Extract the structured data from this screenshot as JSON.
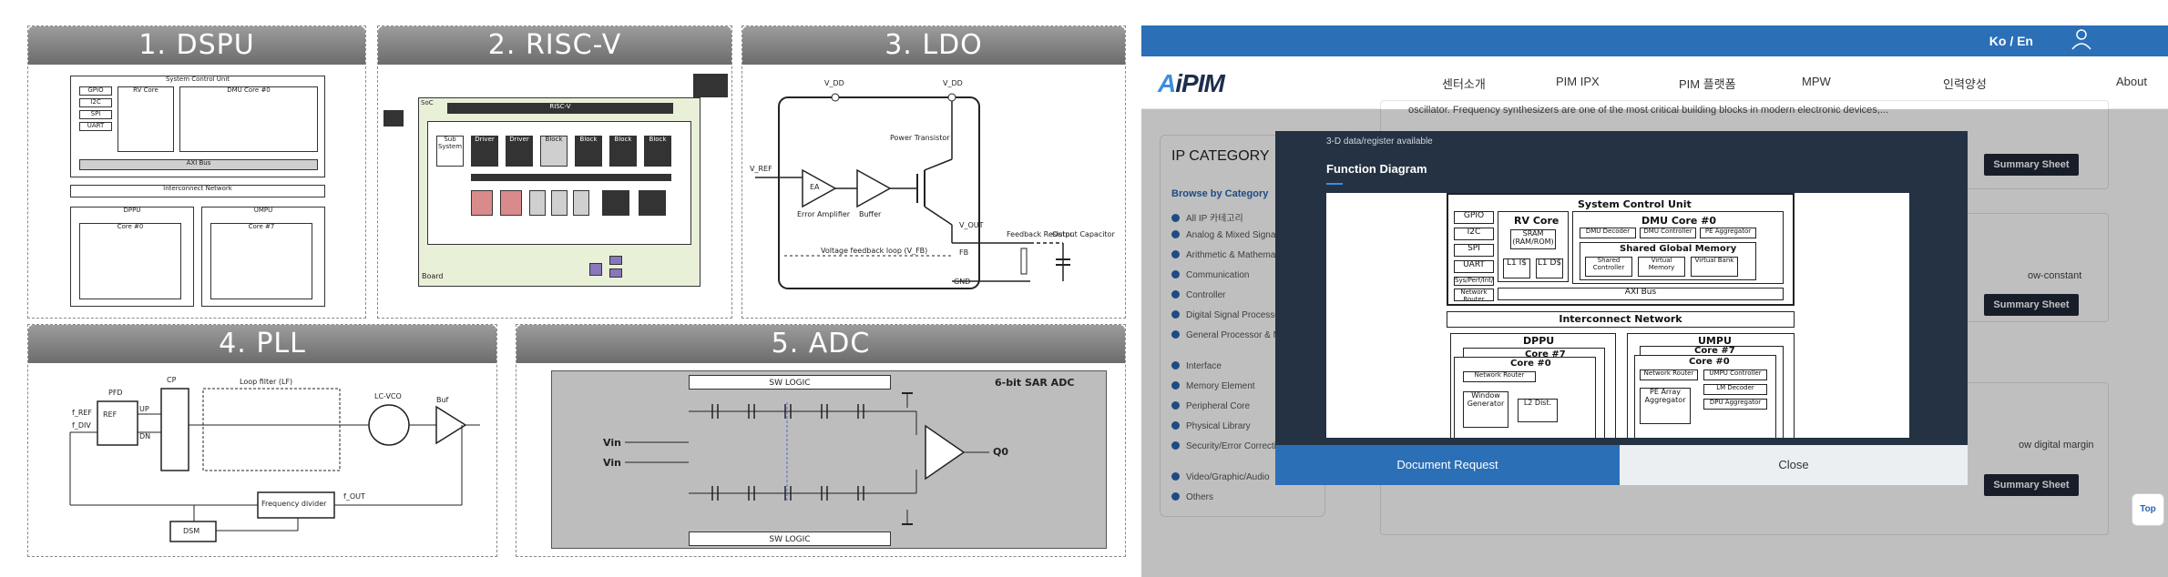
{
  "collage": {
    "panels": [
      {
        "title": "1. DSPU"
      },
      {
        "title": "2. RISC-V"
      },
      {
        "title": "3. LDO"
      },
      {
        "title": "4. PLL"
      },
      {
        "title": "5. ADC"
      }
    ],
    "dspu": {
      "scu": "System Control Unit",
      "rv_core": "RV Core",
      "dmu": "DMU Core #0",
      "network": "Interconnect Network",
      "axi": "AXI Bus",
      "dppu": "DPPU",
      "umpu": "UMPU",
      "core_n": "Core #7",
      "core_0": "Core #0"
    },
    "riscv": {
      "soc": "SoC",
      "riscv": "RISC-V",
      "board": "Board"
    },
    "ldo": {
      "vdd": "V_DD",
      "vref": "V_REF",
      "ea": "EA",
      "ea_label": "Error Amplifier",
      "buffer": "Buffer",
      "power_tr": "Power Transistor",
      "vout": "V_OUT",
      "fb": "FB",
      "gnd": "GND",
      "feedback": "Feedback Resistor",
      "output_cap": "Output Capacitor",
      "vfb": "Voltage feedback loop (V_FB)"
    },
    "pll": {
      "pfd": "PFD",
      "cp": "CP",
      "lf": "Loop filter (LF)",
      "vco": "LC-VCO",
      "buf": "Buf",
      "ref": "REF",
      "up": "UP",
      "dn": "DN",
      "fref": "f_REF",
      "fdiv": "f_DIV",
      "div": "Frequency divider",
      "dsm": "DSM",
      "fout": "f_OUT"
    },
    "adc": {
      "sw_logic_top": "SW LOGIC",
      "sw_logic_bottom": "SW LOGIC",
      "title": "6-bit SAR ADC",
      "vin_p": "Vin",
      "vin_n": "Vin",
      "q": "Q0"
    }
  },
  "site": {
    "lang": "Ko / En",
    "logo_prefix": "A",
    "logo_rest": "iPIM",
    "nav": [
      "센터소개",
      "PIM IPX",
      "PIM 플랫폼",
      "MPW",
      "인력양성",
      "About"
    ],
    "sidebar": {
      "title": "IP CATEGORY",
      "subtitle": "Browse by Category",
      "items": [
        "All IP 카테고리",
        "Analog & Mixed Signal",
        "Arithmetic & Mathematic",
        "Communication",
        "Controller",
        "Digital Signal Processor",
        "General Processor & Microcontroller",
        "Interface",
        "Memory Element",
        "Peripheral Core",
        "Physical Library",
        "Security/Error Correction/Detection",
        "Video/Graphic/Audio",
        "Others"
      ]
    },
    "cards": [
      {
        "text": "oscillator. Frequency synthesizers are one of the most critical building blocks in modern electronic devices,...",
        "button": "Summary Sheet"
      },
      {
        "text": "ow-constant",
        "button": "Summary Sheet"
      },
      {
        "text": "ow digital margin",
        "button": "Summary Sheet"
      }
    ],
    "top_button": "Top",
    "modal": {
      "top_text": "3-D data/register available",
      "title": "Function Diagram",
      "doc_button": "Document Request",
      "close_button": "Close",
      "diagram": {
        "scu": "System Control Unit",
        "left_blocks": [
          "GPIO",
          "I2C",
          "SPI",
          "UART",
          "Sys/Perf/Int/T",
          "Network Router"
        ],
        "rv_core": "RV Core",
        "rv_sub": "SRAM (RAM/ROM)",
        "rv_l1i": "L1 I$",
        "rv_l1d": "L1 D$",
        "dmu": "DMU Core #0",
        "dmu_sub": [
          "DMU Decoder",
          "DMU Controller",
          "PE Aggregator"
        ],
        "sgm": "Shared Global Memory",
        "sgm_sub": [
          "Shared Controller",
          "Virtual Memory",
          "Virtual Bank"
        ],
        "axi": "AXI Bus",
        "network": "Interconnect Network",
        "dppu": "DPPU",
        "umpu": "UMPU",
        "dppu_core_n": "Core #7",
        "dppu_core_0": "Core #0",
        "dppu_router": "Network Router",
        "dppu_win": "Window Generator",
        "dppu_l2": "L2 Dist.",
        "umpu_core_n": "Core #7",
        "umpu_core_0": "Core #0",
        "umpu_router": "Network Router",
        "umpu_ctrl": "UMPU Controller",
        "umpu_pe": "PE Array Aggregator",
        "umpu_lm": "LM Decoder",
        "umpu_dpu": "DPU Aggregator"
      }
    }
  }
}
